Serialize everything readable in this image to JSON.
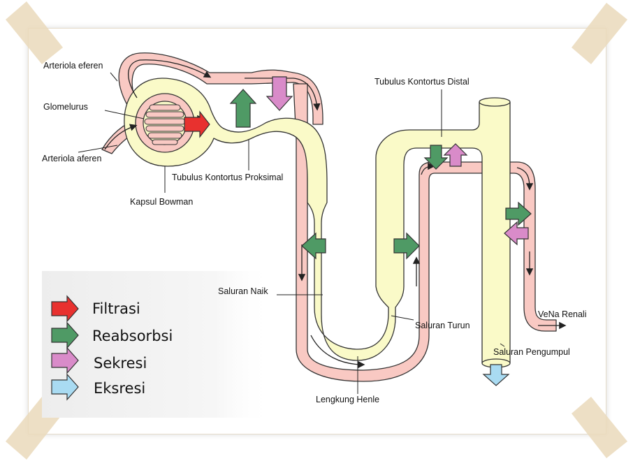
{
  "colors": {
    "tubule_fill": "#fafac8",
    "vessel_fill": "#f9c9c3",
    "outline": "#333333",
    "filtrasi": "#e8312f",
    "reabsorbsi": "#4f9a65",
    "sekresi": "#d98bc9",
    "ekskresi": "#a9dbf2",
    "tape": "#ead9bb"
  },
  "labels": {
    "arteriola_eferen": "Arteriola eferen",
    "glomerulus": "Glomelurus",
    "arteriola_aferen": "Arteriola aferen",
    "kapsul_bowman": "Kapsul Bowman",
    "tubulus_proksimal": "Tubulus Kontortus Proksimal",
    "tubulus_distal": "Tubulus Kontortus Distal",
    "saluran_naik": "Saluran Naik",
    "saluran_turun": "Saluran Turun",
    "lengkung_henle": "Lengkung Henle",
    "vena_renali": "VeNa Renali",
    "saluran_pengumpul": "Saluran Pengumpul"
  },
  "legend": [
    {
      "label": "Filtrasi",
      "color": "#e8312f"
    },
    {
      "label": "Reabsorbsi",
      "color": "#4f9a65"
    },
    {
      "label": "Sekresi",
      "color": "#d98bc9"
    },
    {
      "label": "Eksresi",
      "color": "#a9dbf2"
    }
  ]
}
